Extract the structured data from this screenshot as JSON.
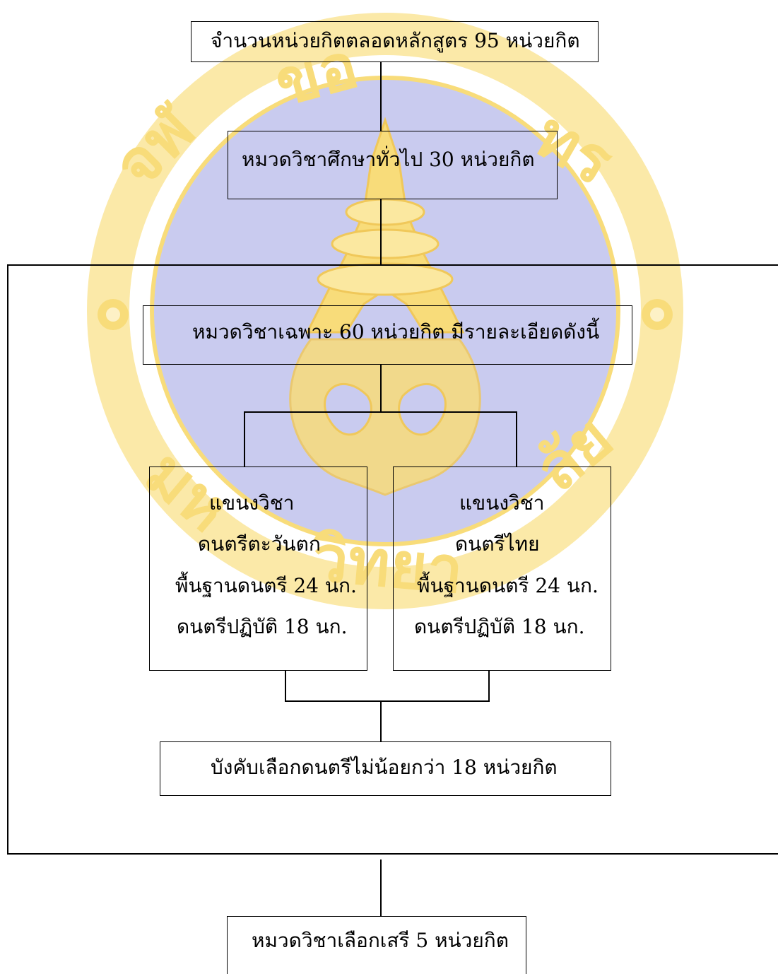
{
  "watermark": {
    "colors": {
      "disc": "#c7c9ee",
      "gold": "#f8dc7a",
      "gold_dark": "#f0c85a"
    }
  },
  "diagram": {
    "total_box": "จำนวนหน่วยกิตตลอดหลักสูตร 95 หน่วยกิต",
    "general_box": "หมวดวิชาศึกษาทั่วไป 30 หน่วยกิต",
    "specific_box": "หมวดวิชาเฉพาะ 60 หน่วยกิต มีรายละเอียดดังนี้",
    "western_branch": {
      "lines": [
        "แขนงวิชา",
        "ดนตรีตะวันตก",
        "พื้นฐานดนตรี 24 นก.",
        "ดนตรีปฏิบัติ 18 นก."
      ]
    },
    "thai_branch": {
      "lines": [
        "แขนงวิชา",
        "ดนตรีไทย",
        "พื้นฐานดนตรี 24 นก.",
        "ดนตรีปฏิบัติ 18 นก."
      ]
    },
    "required_box": "บังคับเลือกดนตรีไม่น้อยกว่า 18 หน่วยกิต",
    "elective_box": "หมวดวิชาเลือกเสรี 5 หน่วยกิต"
  }
}
